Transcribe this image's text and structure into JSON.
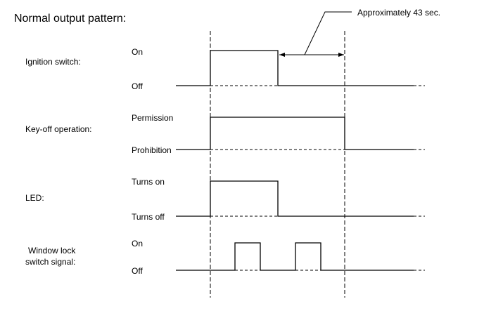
{
  "diagram": {
    "title": "Normal output pattern:",
    "note": "Approximately 43 sec.",
    "signals": [
      {
        "label_lines": [
          "Ignition switch:"
        ],
        "high_label": "On",
        "low_label": "Off"
      },
      {
        "label_lines": [
          "Key-off operation:"
        ],
        "high_label": "Permission",
        "low_label": "Prohibition"
      },
      {
        "label_lines": [
          "LED:"
        ],
        "high_label": "Turns on",
        "low_label": "Turns off"
      },
      {
        "label_lines": [
          "Window lock",
          "switch signal:"
        ],
        "high_label": "On",
        "low_label": "Off"
      }
    ]
  }
}
